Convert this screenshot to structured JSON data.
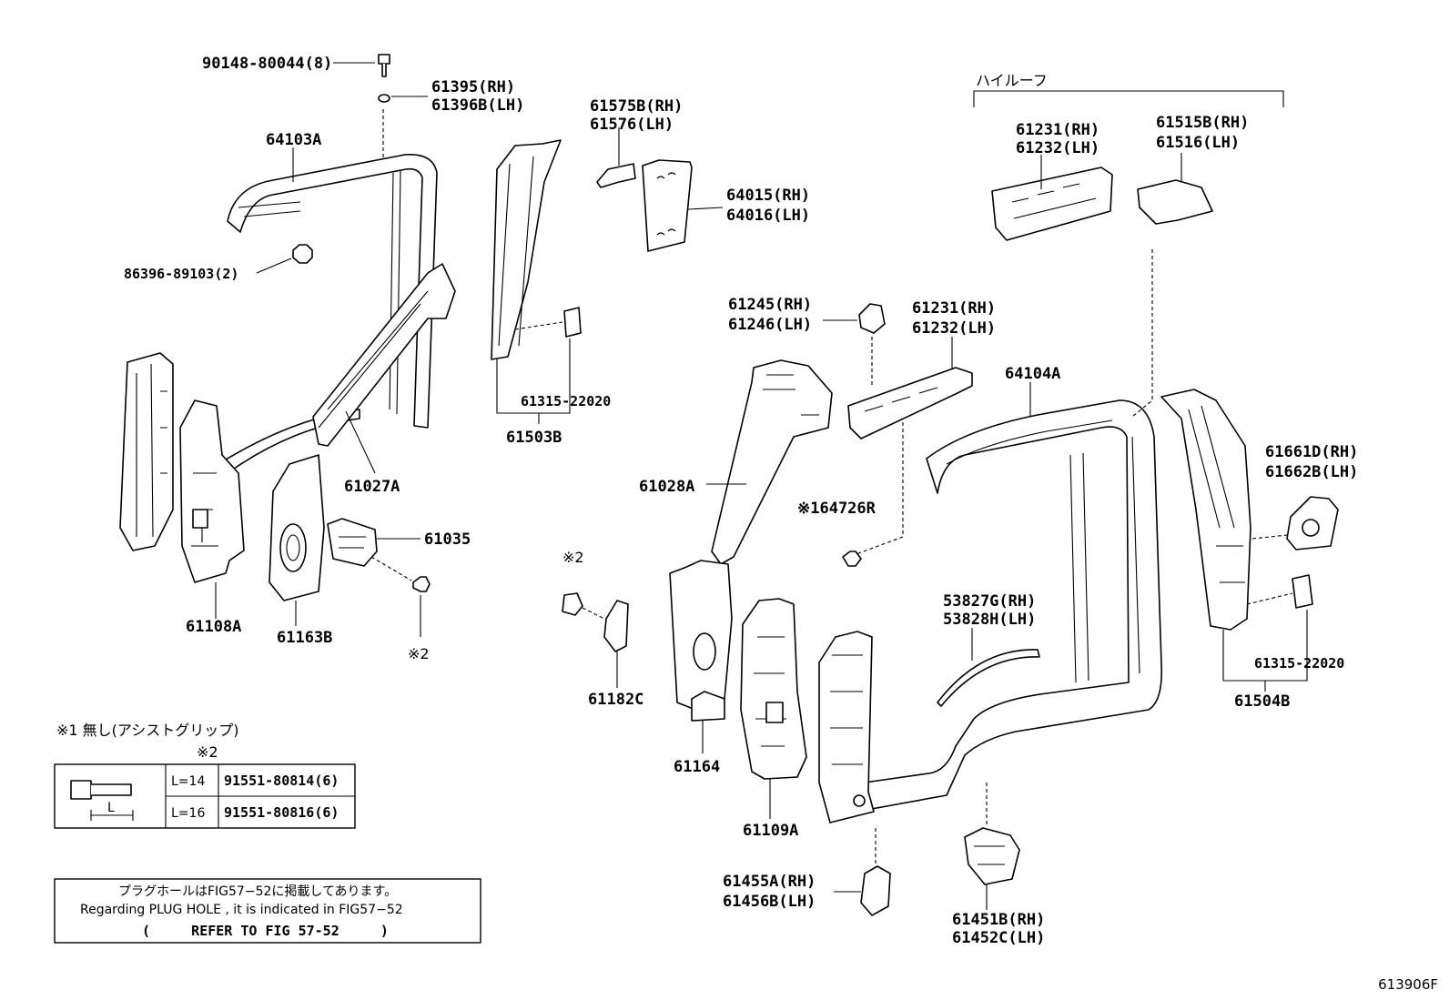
{
  "figure_number": "613906F",
  "high_roof_label": "ハイルーフ",
  "parts": [
    {
      "id": "p1",
      "text": "90148-80044(8)"
    },
    {
      "id": "p2a",
      "text": "61395(RH)"
    },
    {
      "id": "p2b",
      "text": "61396B(LH)"
    },
    {
      "id": "p3",
      "text": "64103A"
    },
    {
      "id": "p4",
      "text": "86396-89103(2)"
    },
    {
      "id": "p5a",
      "text": "61575B(RH)"
    },
    {
      "id": "p5b",
      "text": "61576(LH)"
    },
    {
      "id": "p6a",
      "text": "64015(RH)"
    },
    {
      "id": "p6b",
      "text": "64016(LH)"
    },
    {
      "id": "p7",
      "text": "61315-22020"
    },
    {
      "id": "p8",
      "text": "61503B"
    },
    {
      "id": "p9",
      "text": "61027A"
    },
    {
      "id": "p10",
      "text": "61035"
    },
    {
      "id": "p11",
      "text": "61108A"
    },
    {
      "id": "p12",
      "text": "61163B"
    },
    {
      "id": "p13a",
      "text": "61231(RH)"
    },
    {
      "id": "p13b",
      "text": "61232(LH)"
    },
    {
      "id": "p14a",
      "text": "61515B(RH)"
    },
    {
      "id": "p14b",
      "text": "61516(LH)"
    },
    {
      "id": "p15a",
      "text": "61245(RH)"
    },
    {
      "id": "p15b",
      "text": "61246(LH)"
    },
    {
      "id": "p16a",
      "text": "61231(RH)"
    },
    {
      "id": "p16b",
      "text": "61232(LH)"
    },
    {
      "id": "p17",
      "text": "64104A"
    },
    {
      "id": "p18",
      "text": "61028A"
    },
    {
      "id": "p19",
      "text": "※164726R"
    },
    {
      "id": "p20a",
      "text": "61661D(RH)"
    },
    {
      "id": "p20b",
      "text": "61662B(LH)"
    },
    {
      "id": "p21a",
      "text": "53827G(RH)"
    },
    {
      "id": "p21b",
      "text": "53828H(LH)"
    },
    {
      "id": "p22",
      "text": "61315-22020"
    },
    {
      "id": "p23",
      "text": "61504B"
    },
    {
      "id": "p24",
      "text": "61182C"
    },
    {
      "id": "p25",
      "text": "61164"
    },
    {
      "id": "p26",
      "text": "61109A"
    },
    {
      "id": "p27a",
      "text": "61455A(RH)"
    },
    {
      "id": "p27b",
      "text": "61456B(LH)"
    },
    {
      "id": "p28a",
      "text": "61451B(RH)"
    },
    {
      "id": "p28b",
      "text": "61452C(LH)"
    }
  ],
  "markers": [
    {
      "id": "m1",
      "text": "※2"
    },
    {
      "id": "m2",
      "text": "※2"
    }
  ],
  "legend": {
    "note1": "※1 無し(アシストグリップ)",
    "note2": "※2",
    "dim_label": "L",
    "rows": [
      {
        "length": "L=14",
        "part": "91551-80814(6)"
      },
      {
        "length": "L=16",
        "part": "91551-80816(6)"
      }
    ]
  },
  "refer_box": {
    "line1": "プラグホールはFIG57−52に掲載してあります。",
    "line2": "Regarding PLUG HOLE , it is indicated in FIG57−52",
    "line3": "(     REFER TO FIG 57-52     )"
  }
}
